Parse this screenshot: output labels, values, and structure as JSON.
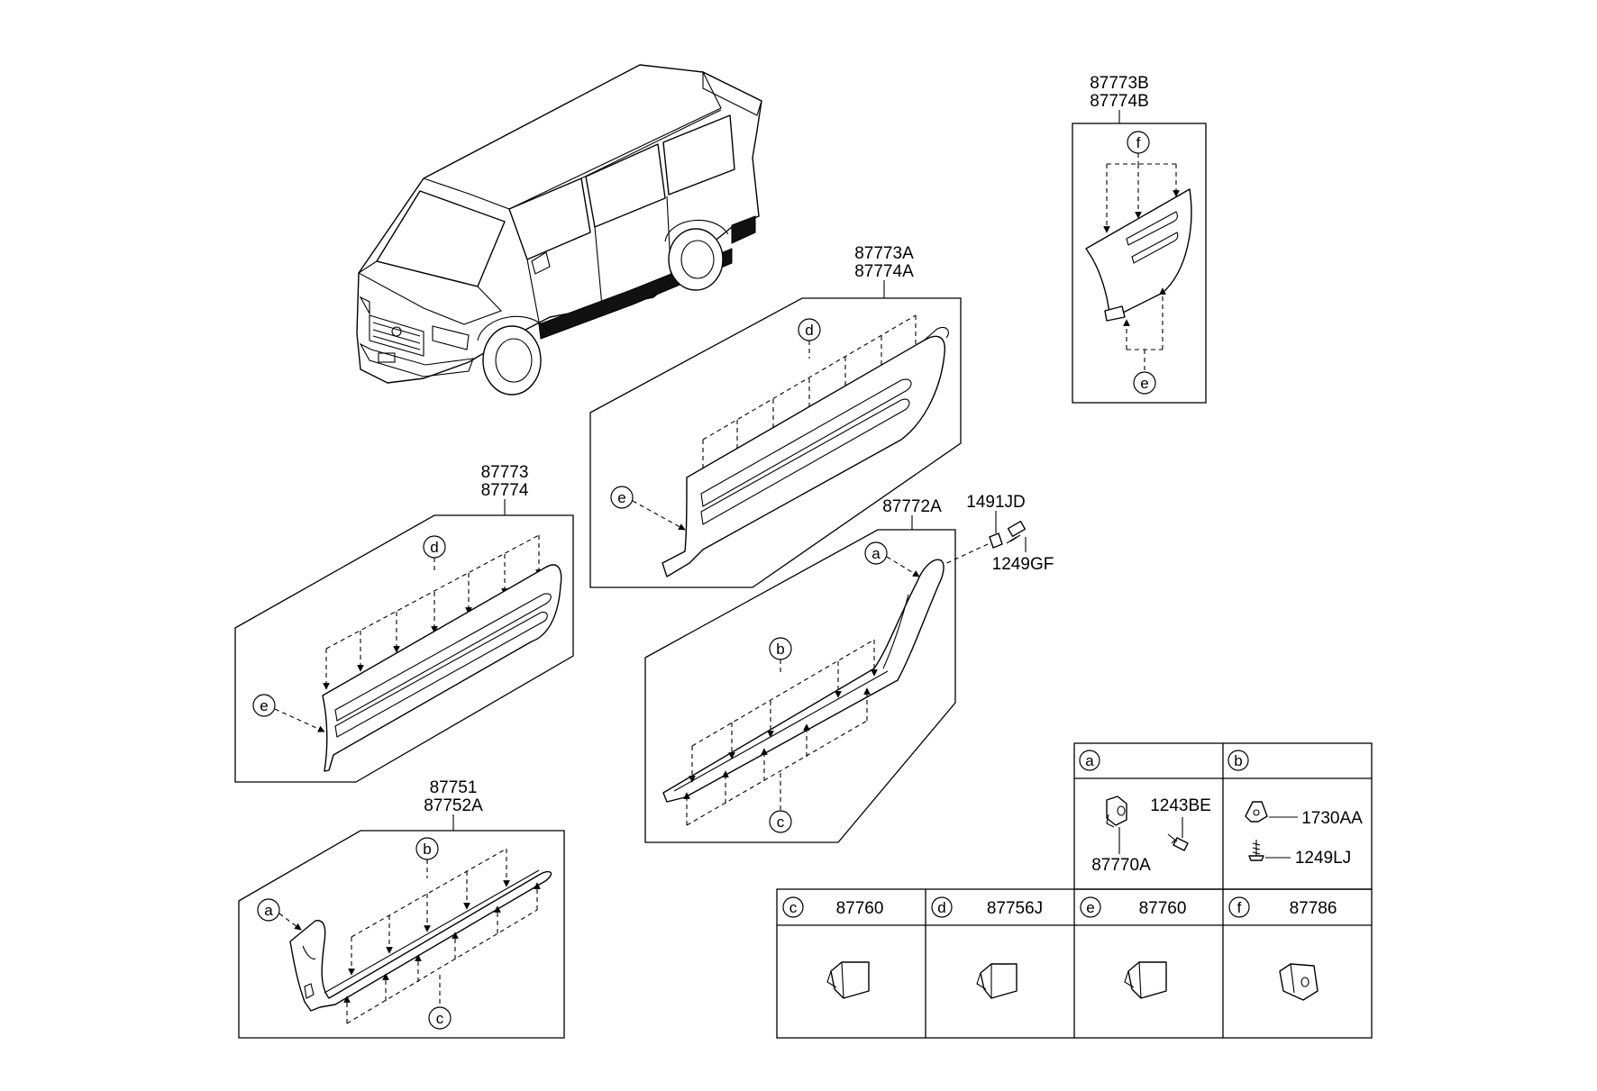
{
  "groups": {
    "upper_front_moulding": {
      "labels": [
        "87773B",
        "87774B"
      ],
      "clips": [
        "f",
        "e"
      ]
    },
    "front_door_moulding": {
      "labels": [
        "87773A",
        "87774A"
      ],
      "clips": [
        "d",
        "e"
      ]
    },
    "rear_door_moulding": {
      "labels": [
        "87773",
        "87774"
      ],
      "clips": [
        "d",
        "e"
      ]
    },
    "sill_moulding_right": {
      "labels": [
        "87772A"
      ],
      "clips": [
        "a",
        "b",
        "c"
      ]
    },
    "sill_moulding_left": {
      "labels": [
        "87751",
        "87752A"
      ],
      "clips": [
        "b",
        "a",
        "c"
      ]
    }
  },
  "hardware": {
    "nut": "1491JD",
    "bolt": "1249GF"
  },
  "legend": {
    "a": {
      "letter": "a",
      "parts": [
        "1243BE",
        "87770A"
      ]
    },
    "b": {
      "letter": "b",
      "parts": [
        "1730AA",
        "1249LJ"
      ]
    },
    "c": {
      "letter": "c",
      "part": "87760"
    },
    "d": {
      "letter": "d",
      "part": "87756J"
    },
    "e": {
      "letter": "e",
      "part": "87760"
    },
    "f": {
      "letter": "f",
      "part": "87786"
    }
  }
}
